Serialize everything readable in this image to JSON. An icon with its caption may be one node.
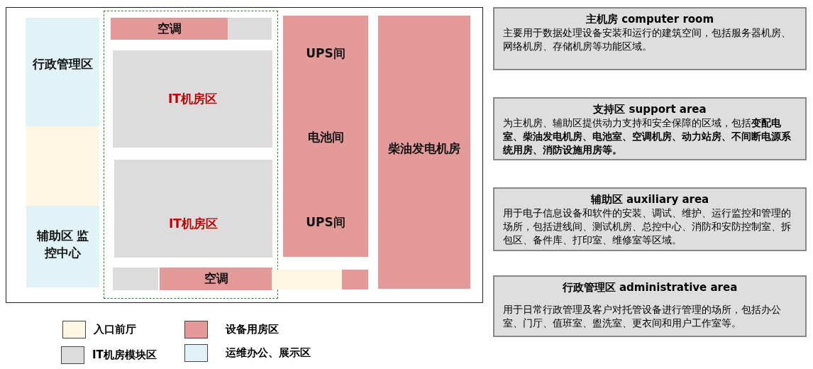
{
  "diagram": {
    "nodes": [
      {
        "text": [
          "行政管理区"
        ]
      },
      {
        "text": [],
        "shape": "box"
      },
      {
        "text": [
          "辅助区 监控中心"
        ]
      },
      {
        "text": [],
        "shape": "box"
      },
      {
        "text": [
          "空调"
        ],
        "in": 3
      },
      {
        "text": [],
        "shape": "box",
        "in": 3
      },
      {
        "text": [
          "IT机房区"
        ],
        "in": 3
      },
      {
        "text": [
          "IT机房区"
        ],
        "in": 3
      },
      {
        "text": [],
        "shape": "box",
        "in": 3
      },
      {
        "text": [
          "空调"
        ],
        "in": 3
      },
      {
        "text": [
          "UPS间",
          "电池间",
          "UPS间"
        ]
      },
      {
        "text": [],
        "shape": "box"
      },
      {
        "text": [],
        "shape": "box"
      },
      {
        "text": [
          "柴油发电机房"
        ]
      },
      {
        "text": [
          "主机房 computer room",
          "主要用于数据处理设备安装和运行的建筑空间，包括服务器机房、网络机房、存储机房等功能区域。"
        ]
      },
      {
        "text": [
          "支持区 support area",
          "为主机房、辅助区提供动力支持和安全保障的区域，包括**变配电室、柴油发电机房、电池室、空调机房、动力站房、不间断电源系统用房、消防设施用房等。**"
        ]
      },
      {
        "text": [
          "辅助区 auxiliary area",
          "用于电子信息设备和软件的安装、调试、维护、运行监控和管理的场所，包括进线间、测试机房、总控中心、消防和安防控制室、拆包区、备件库、打印室、维修室等区域。"
        ]
      },
      {
        "text": [
          "行政管理区 administrative area",
          "用于日常行政管理及客户对托管设备进行管理的场所，包括办公室、门厅、值班室、盥洗室、更衣间和用户工作室等。"
        ]
      }
    ],
    "legend": [
      {
        "text": "入口前厅",
        "color": "#fdf6e3"
      },
      {
        "text": "设备用房区",
        "color": "#e59a9a"
      },
      {
        "text": "IT机房模块区",
        "color": "#dcdcdc"
      },
      {
        "text": "运维办公、展示区",
        "color": "#e2f3f7"
      }
    ]
  }
}
